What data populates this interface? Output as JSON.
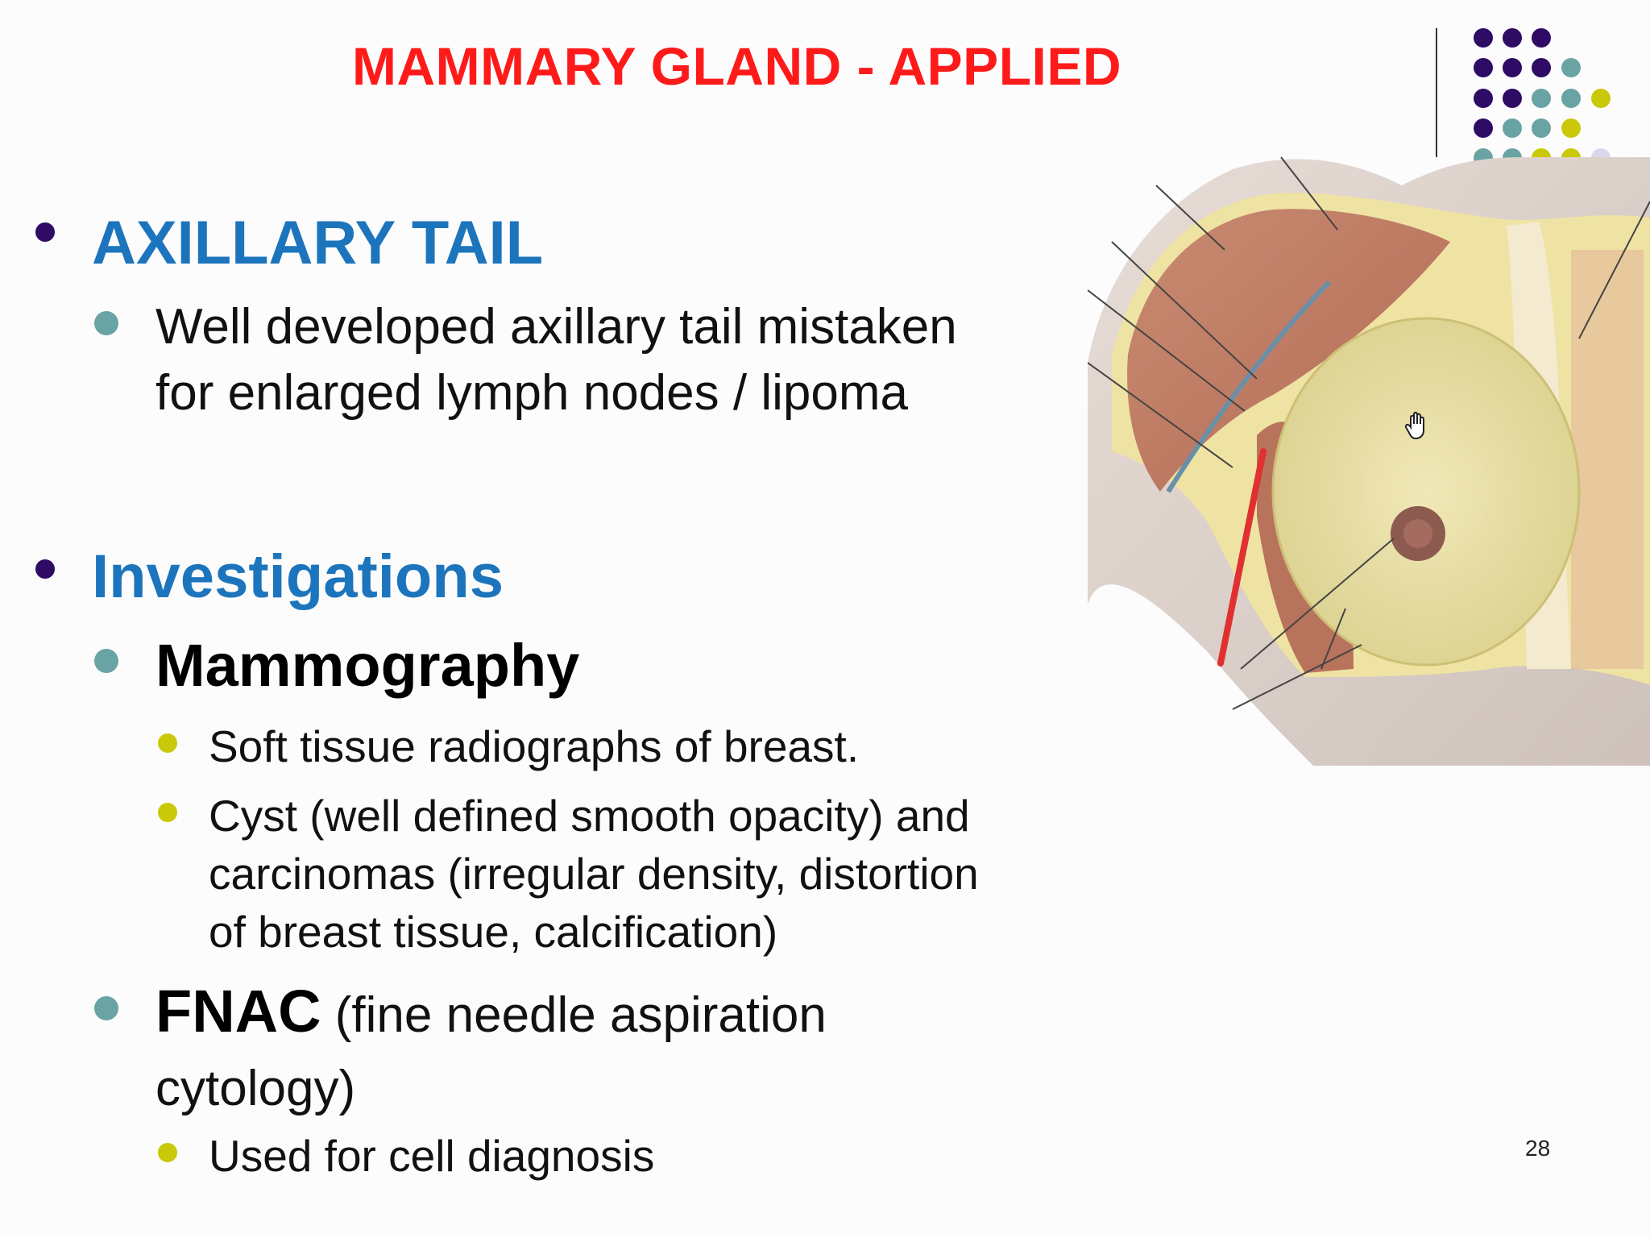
{
  "slide": {
    "title": "MAMMARY GLAND - APPLIED",
    "page_number": "28"
  },
  "colors": {
    "title_red": "#ff1a1a",
    "heading_blue": "#1c75bc",
    "bullet_purple": "#2e0b64",
    "bullet_teal": "#6aa3a3",
    "bullet_yellow": "#c9c90a"
  },
  "sections": {
    "axillary": {
      "heading": "AXILLARY TAIL",
      "point_line1": "Well developed axillary tail mistaken",
      "point_line2": "for enlarged lymph nodes / lipoma"
    },
    "investigations": {
      "heading": "Investigations",
      "mammography": {
        "label": "Mammography",
        "point1": "Soft tissue radiographs of breast.",
        "point2_line1": "Cyst (well defined smooth opacity) and",
        "point2_line2": "carcinomas (irregular density, distortion",
        "point2_line3": "of breast tissue, calcification)"
      },
      "fnac": {
        "label": "FNAC",
        "desc_line1": "(fine needle aspiration",
        "desc_line2": "cytology)",
        "point1": "Used for cell diagnosis"
      }
    }
  },
  "figure": {
    "icon": "breast-anatomy-illustration",
    "cursor_icon": "hand-cursor-icon"
  }
}
